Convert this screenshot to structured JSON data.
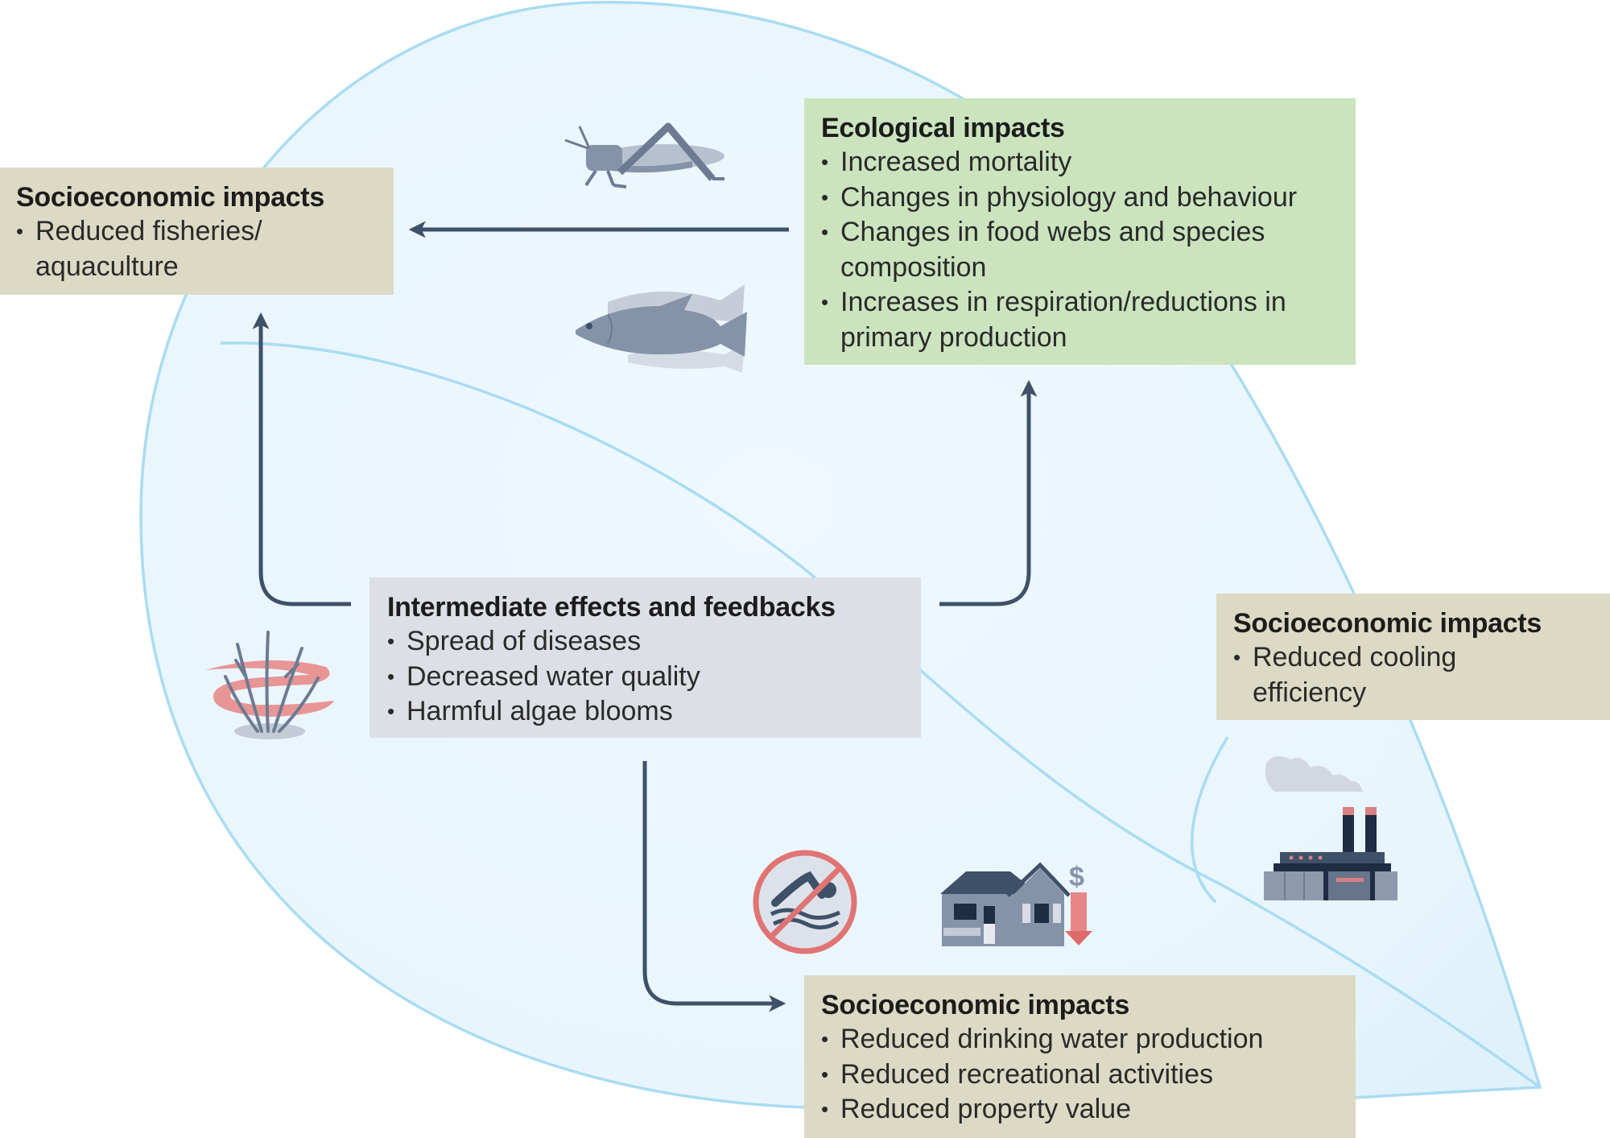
{
  "diagram": {
    "colors": {
      "water_fill": "#eaf6fd",
      "water_edge": "#a9dcf2",
      "arrow": "#3f5069",
      "socioeconomic_box": "#dcd9c5",
      "ecological_box": "#cbe4be",
      "intermediate_box": "#dcdfe5",
      "accent_red": "#e07474"
    },
    "boxes": {
      "socio_left": {
        "title": "Socioeconomic impacts",
        "items": [
          "Reduced fisheries/ aquaculture"
        ]
      },
      "ecological": {
        "title": "Ecological impacts",
        "items": [
          "Increased mortality",
          "Changes in physiology and behaviour",
          "Changes in food webs and species composition",
          "Increases in respiration/reductions in primary production"
        ]
      },
      "intermediate": {
        "title": "Intermediate effects and feedbacks",
        "items": [
          "Spread of diseases",
          "Decreased water quality",
          "Harmful algae blooms"
        ]
      },
      "socio_right": {
        "title": "Socioeconomic impacts",
        "items": [
          "Reduced cooling efficiency"
        ]
      },
      "socio_bottom": {
        "title": "Socioeconomic impacts",
        "items": [
          "Reduced drinking water production",
          "Reduced recreational activities",
          "Reduced property value"
        ]
      }
    },
    "icons": {
      "grasshopper": "grasshopper-icon",
      "fish": "fish-icon",
      "algae": "algae-bloom-icon",
      "no_swimming": "no-swimming-icon",
      "house_value": "house-value-down-icon",
      "factory": "factory-icon"
    },
    "property_symbol": "$"
  }
}
